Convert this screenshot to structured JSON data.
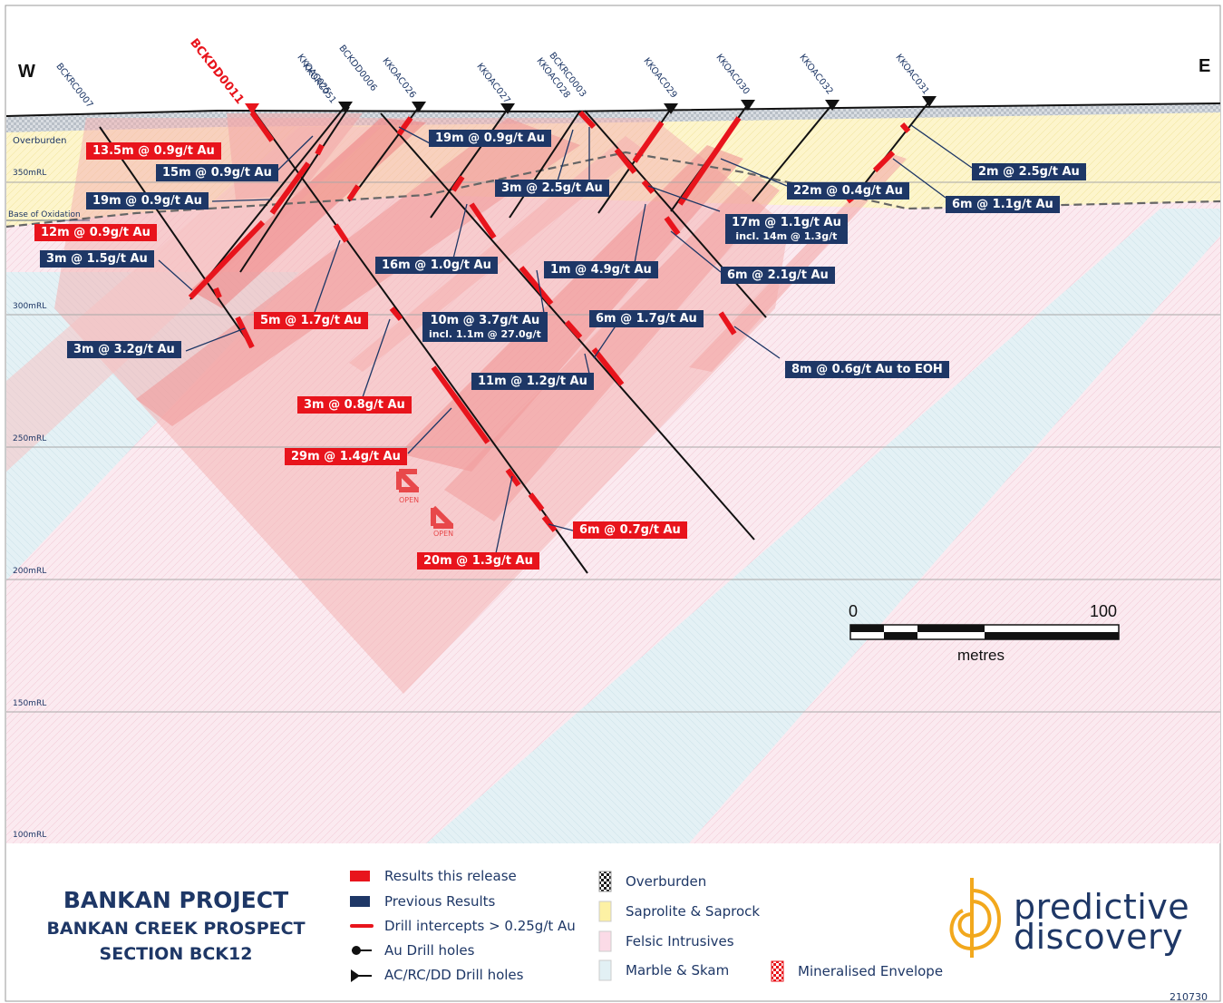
{
  "section": {
    "west_label": "W",
    "east_label": "E",
    "elevations": [
      "350mRL",
      "300mRL",
      "250mRL",
      "200mRL",
      "150mRL",
      "100mRL"
    ],
    "layer_labels": {
      "overburden": "Overburden",
      "base_oxidation": "Base of Oxidation"
    },
    "open_labels": [
      "OPEN",
      "OPEN"
    ],
    "scale": {
      "start": "0",
      "end": "100",
      "unit": "metres"
    }
  },
  "holes": [
    {
      "id": "BCKRC0007",
      "highlight": false
    },
    {
      "id": "BCKDD0011",
      "highlight": true
    },
    {
      "id": "KKOAC025",
      "highlight": false
    },
    {
      "id": "KKORC051",
      "highlight": false
    },
    {
      "id": "BCKDD0006",
      "highlight": false
    },
    {
      "id": "KKOAC026",
      "highlight": false
    },
    {
      "id": "KKOAC027",
      "highlight": false
    },
    {
      "id": "BCKRC0003",
      "highlight": false
    },
    {
      "id": "KKOAC028",
      "highlight": false
    },
    {
      "id": "KKOAC029",
      "highlight": false
    },
    {
      "id": "KKOAC030",
      "highlight": false
    },
    {
      "id": "KKOAC032",
      "highlight": false
    },
    {
      "id": "KKOAC031",
      "highlight": false
    }
  ],
  "intercepts": [
    {
      "text": "13.5m @ 0.9g/t Au",
      "kind": "new"
    },
    {
      "text": "15m @ 0.9g/t Au",
      "kind": "prev"
    },
    {
      "text": "19m @ 0.9g/t Au",
      "kind": "prev"
    },
    {
      "text": "12m @ 0.9g/t Au",
      "kind": "new"
    },
    {
      "text": "3m @ 1.5g/t Au",
      "kind": "prev"
    },
    {
      "text": "3m @ 3.2g/t Au",
      "kind": "prev"
    },
    {
      "text": "5m @ 1.7g/t Au",
      "kind": "new"
    },
    {
      "text": "19m @ 0.9g/t Au",
      "kind": "prev"
    },
    {
      "text": "3m @ 2.5g/t Au",
      "kind": "prev"
    },
    {
      "text": "16m @ 1.0g/t Au",
      "kind": "prev"
    },
    {
      "text": "1m @ 4.9g/t Au",
      "kind": "prev"
    },
    {
      "text": "10m @ 3.7g/t Au",
      "sub": "incl. 1.1m @ 27.0g/t",
      "kind": "prev"
    },
    {
      "text": "6m @ 1.7g/t Au",
      "kind": "prev"
    },
    {
      "text": "11m @ 1.2g/t Au",
      "kind": "prev"
    },
    {
      "text": "3m @ 0.8g/t Au",
      "kind": "new"
    },
    {
      "text": "29m @ 1.4g/t Au",
      "kind": "new"
    },
    {
      "text": "20m @ 1.3g/t Au",
      "kind": "new"
    },
    {
      "text": "6m @ 0.7g/t Au",
      "kind": "new"
    },
    {
      "text": "2m @ 2.5g/t Au",
      "kind": "prev"
    },
    {
      "text": "22m @ 0.4g/t Au",
      "kind": "prev"
    },
    {
      "text": "6m @ 1.1g/t Au",
      "kind": "prev"
    },
    {
      "text": "17m @ 1.1g/t Au",
      "sub": "incl. 14m @ 1.3g/t",
      "kind": "prev"
    },
    {
      "text": "6m @ 2.1g/t Au",
      "kind": "prev"
    },
    {
      "text": "8m @ 0.6g/t Au to EOH",
      "kind": "prev"
    }
  ],
  "title": {
    "line1": "BANKAN PROJECT",
    "line2": "BANKAN CREEK PROSPECT",
    "line3": "SECTION BCK12"
  },
  "legend": {
    "results_this_release": "Results this release",
    "previous_results": "Previous Results",
    "drill_intercepts": "Drill intercepts > 0.25g/t Au",
    "au_drill_holes": "Au Drill holes",
    "ac_rc_dd": "AC/RC/DD Drill holes",
    "overburden": "Overburden",
    "saprolite": "Saprolite & Saprock",
    "felsic": "Felsic Intrusives",
    "marble": "Marble & Skam",
    "mineralised": "Mineralised Envelope"
  },
  "logo": {
    "line1": "predictive",
    "line2": "discovery"
  },
  "ref_code": "210730",
  "colors": {
    "navy": "#1e3766",
    "red": "#e8141c",
    "felsic": "#fbeaf0",
    "marble": "#e2f0f4",
    "saprolite": "#fdf6cf",
    "envelope": "#f08080",
    "logo_orange": "#f2a81d"
  }
}
